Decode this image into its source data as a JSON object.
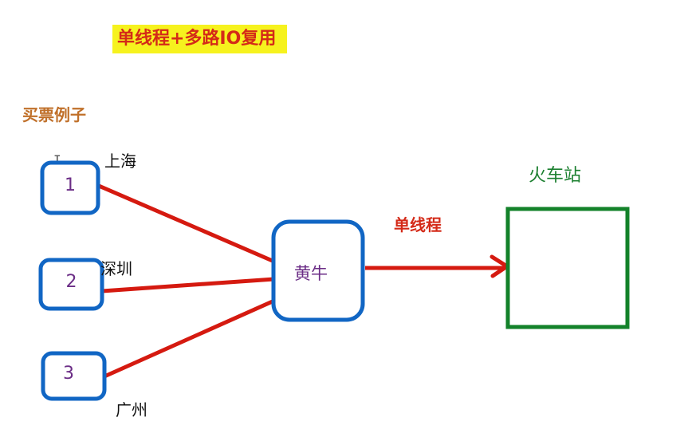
{
  "header": {
    "title": "单线程+多路IO复用",
    "subtitle": "买票例子"
  },
  "clients": [
    {
      "id": "1",
      "city": "上海"
    },
    {
      "id": "2",
      "city": "深圳"
    },
    {
      "id": "3",
      "city": "广州"
    }
  ],
  "broker": {
    "label": "黄牛"
  },
  "edge_label": "单线程",
  "station": {
    "label": "火车站"
  },
  "colors": {
    "client_border": "#1166c4",
    "link": "#d51a10",
    "station_border": "#13822a",
    "title_bg": "#f6f21e",
    "title_text": "#d42a18",
    "node_text": "#6b2d86"
  },
  "icons": {
    "cursor": "text-cursor-icon"
  }
}
